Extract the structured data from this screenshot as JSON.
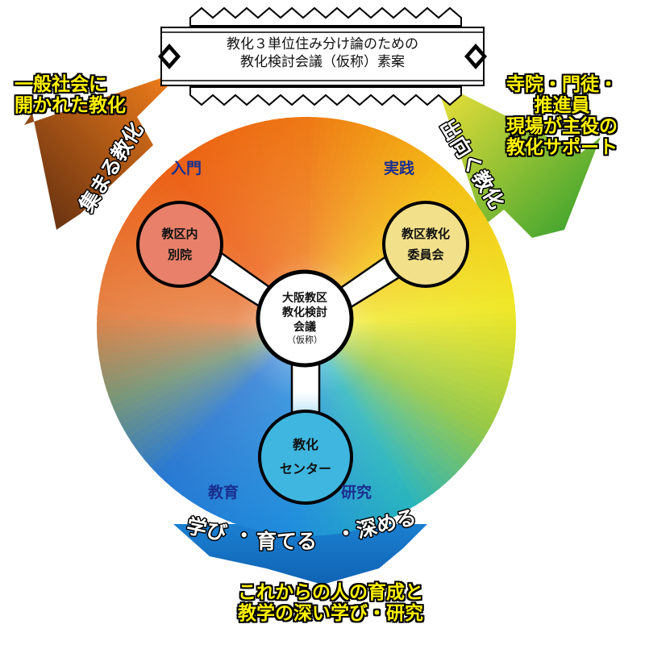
{
  "title": {
    "line1": "教化３単位住み分け論のための",
    "line2": "教化検討会議（仮称）素案"
  },
  "corners": {
    "top_left": {
      "line1": "一般社会に",
      "line2": "開かれた教化"
    },
    "top_right": {
      "line1": "寺院・門徒・",
      "line2": "推進員",
      "line3": "現場が主役の",
      "line4": "教化サポート"
    },
    "bottom": {
      "line1": "これからの人の育成と",
      "line2": "教学の深い学び・研究"
    }
  },
  "arrows": {
    "left": "集まる教化",
    "right": "出向く教化",
    "bottom": [
      "学び",
      "・",
      "育てる",
      "・",
      "深める"
    ]
  },
  "sectors": {
    "nyumon": "入門",
    "jissen": "実践",
    "kyoiku": "教育",
    "kenkyu": "研究"
  },
  "nodes": {
    "center": {
      "line1": "大阪教区",
      "line2": "教化検討",
      "line3": "会議",
      "note": "（仮称）"
    },
    "left": {
      "line1": "教区内",
      "line2": "別院"
    },
    "right": {
      "line1": "教区教化",
      "line2": "委員会"
    },
    "bottom": {
      "line1": "教化",
      "line2": "センター"
    }
  },
  "colors": {
    "top_left_node": "#e8806a",
    "top_right_node": "#f2e08a",
    "bottom_node": "#3fb6e0",
    "label_blue": "#1b2f8f",
    "corner_text": "#fff200"
  }
}
